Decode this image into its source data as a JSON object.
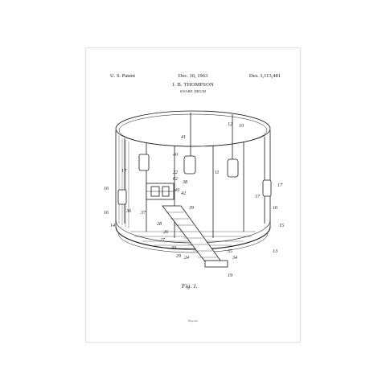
{
  "header": {
    "left": "U. S. Patent",
    "center": "Dec. 10, 1963",
    "right": "Des. 3,113,481"
  },
  "inventor": "J. B. THOMPSON",
  "subject": "SNARE DRUM",
  "figure_label": "Fig. 1.",
  "brand": "Bsposits",
  "callouts": {
    "n10": "10",
    "n12": "12",
    "n11": "11",
    "n41": "41",
    "n40": "40",
    "n22": "22",
    "n62": "62",
    "n43": "43",
    "n38": "38",
    "n17a": "17",
    "n17b": "17",
    "n17c": "17",
    "n16a": "16",
    "n16b": "16",
    "n16c": "16",
    "n15": "15",
    "n13": "13",
    "n42": "42",
    "n14": "14",
    "n36": "36",
    "n37": "37",
    "n39": "39",
    "n28": "28",
    "n26": "26",
    "n27": "27",
    "n35": "35",
    "n34": "34",
    "n19": "19",
    "n24": "24",
    "n30": "30",
    "n29": "29"
  }
}
